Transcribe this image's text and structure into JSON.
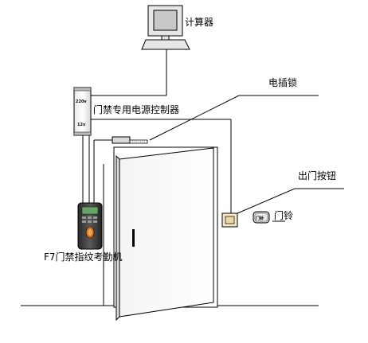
{
  "labels": {
    "computer": "计算器",
    "power_supply": "门禁专用电源控制器",
    "electric_lock": "电插锁",
    "exit_button": "出门按钮",
    "doorbell": "门铃",
    "terminal": "F7门禁指纹考勤机"
  },
  "power_supply_marks": {
    "input": "220v",
    "output": "12v"
  },
  "doorbell_mark": "门铃"
}
